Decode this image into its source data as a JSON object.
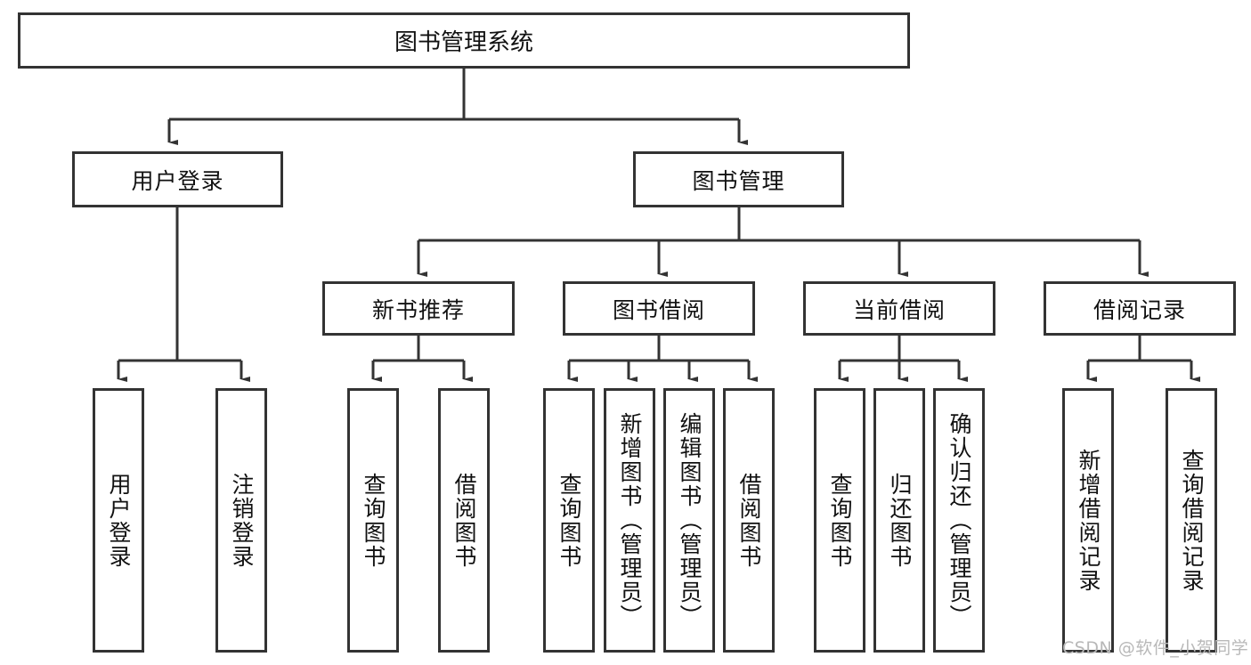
{
  "diagram": {
    "title": "图书管理系统",
    "root": {
      "label": "图书管理系统"
    },
    "level2": [
      {
        "label": "用户登录"
      },
      {
        "label": "图书管理"
      }
    ],
    "level3": [
      {
        "label": "新书推荐"
      },
      {
        "label": "图书借阅"
      },
      {
        "label": "当前借阅"
      },
      {
        "label": "借阅记录"
      }
    ],
    "leaves": {
      "user_login": [
        {
          "label": "用户登录"
        },
        {
          "label": "注销登录"
        }
      ],
      "new_book": [
        {
          "label": "查询图书"
        },
        {
          "label": "借阅图书"
        }
      ],
      "book_borrow": [
        {
          "label": "查询图书"
        },
        {
          "label": "新增图书（管理员）"
        },
        {
          "label": "编辑图书（管理员）"
        },
        {
          "label": "借阅图书"
        }
      ],
      "current_borrow": [
        {
          "label": "查询图书"
        },
        {
          "label": "归还图书"
        },
        {
          "label": "确认归还（管理员）"
        }
      ],
      "borrow_record": [
        {
          "label": "新增借阅记录"
        },
        {
          "label": "查询借阅记录"
        }
      ]
    }
  },
  "watermark": {
    "text": "CSDN @软件_小贺同学"
  },
  "colors": {
    "stroke": "#333333",
    "background": "#ffffff",
    "text": "#111111",
    "watermark": "#b8b8b8"
  }
}
